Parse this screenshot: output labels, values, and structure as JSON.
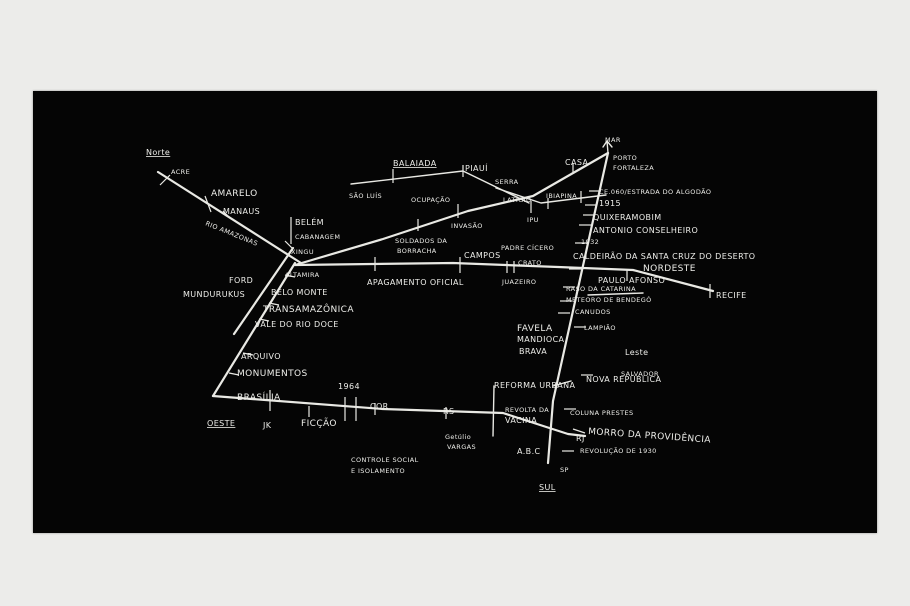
{
  "labels": {
    "norte": "Norte",
    "acre": "ACRE",
    "amarelo": "AMARELO",
    "manaus": "MANAUS",
    "rio_amazonas": "RIO AMAZONAS",
    "ford": "FORD",
    "mundurukus": "MUNDURUKUS",
    "belem": "BELÉM",
    "cabanagem": "CABANAGEM",
    "xingu": "XINGU",
    "altamira": "ALTAMIRA",
    "belo_monte": "BELO MONTE",
    "transamazonica": "TRANSAMAZÔNICA",
    "vale_rio_doce": "VALE DO RIO DOCE",
    "arquivo": "ARQUIVO",
    "monumentos": "MONUMENTOS",
    "brasilia": "BRASÍLIA",
    "oeste": "OESTE",
    "jk": "JK",
    "ficcao": "FICÇÃO",
    "ano_1964": "1964",
    "cor": "COR",
    "controle_social": "CONTROLE SOCIAL",
    "isolamento": "E ISOLAMENTO",
    "rs": "RS",
    "getulio": "Getúlio",
    "vargas": "VARGAS",
    "reforma_urbana": "REFORMA URBANA",
    "revolta_vacina_1": "REVOLTA DA",
    "revolta_vacina_2": "VACINA",
    "abc": "A.B.C",
    "sul": "SUL",
    "sp": "SP",
    "rj": "RJ",
    "revolucao_1930": "REVOLUÇÃO DE 1930",
    "morro_providencia": "MORRO DA PROVIDÊNCIA",
    "coluna_prestes": "COLUNA PRESTES",
    "nova_republica": "NOVA REPÚBLICA",
    "salvador": "SALVADOR",
    "leste": "Leste",
    "lampiao": "LAMPIÃO",
    "favela": "FAVELA",
    "mandioca": "MANDIOCA",
    "brava": "BRAVA",
    "canudos": "CANUDOS",
    "meteoro_bendego": "METEORO DE BENDEGÓ",
    "raso_catarina": "RASO DA CATARINA",
    "paulo_afonso": "PAULO AFONSO",
    "nordeste": "NORDESTE",
    "recife": "RECIFE",
    "caldeirao": "CALDEIRÃO DA SANTA CRUZ DO DESERTO",
    "ano_1932": "1932",
    "antonio_conselheiro": "ANTONIO CONSELHEIRO",
    "quixeramobim": "QUIXERAMOBIM",
    "ano_1915": "1915",
    "ce_060": "CE.060/ESTRADA DO ALGODÃO",
    "ibiapina": "IBIAPINA",
    "ipu": "IPU",
    "latigio": "LATÍGIO",
    "serra": "SERRA",
    "casa": "CASA",
    "mar": "MAR",
    "porto": "PORTO",
    "fortaleza": "FORTALEZA",
    "piaui": "PIAUÍ",
    "balaiada": "BALAIADA",
    "sao_luis": "SÃO LUÍS",
    "ocupacao": "OCUPAÇÃO",
    "invasao": "INVASÃO",
    "soldados_1": "SOLDADOS DA",
    "soldados_2": "BORRACHA",
    "campos": "CAMPOS",
    "padre_cicero": "PADRE CÍCERO",
    "crato": "CRATO",
    "juazeiro": "JUAZEIRO",
    "apagamento_oficial": "APAGAMENTO OFICIAL"
  },
  "colors": {
    "wall": "#ececea",
    "board": "#050505",
    "chalk": "#eeeeea"
  }
}
